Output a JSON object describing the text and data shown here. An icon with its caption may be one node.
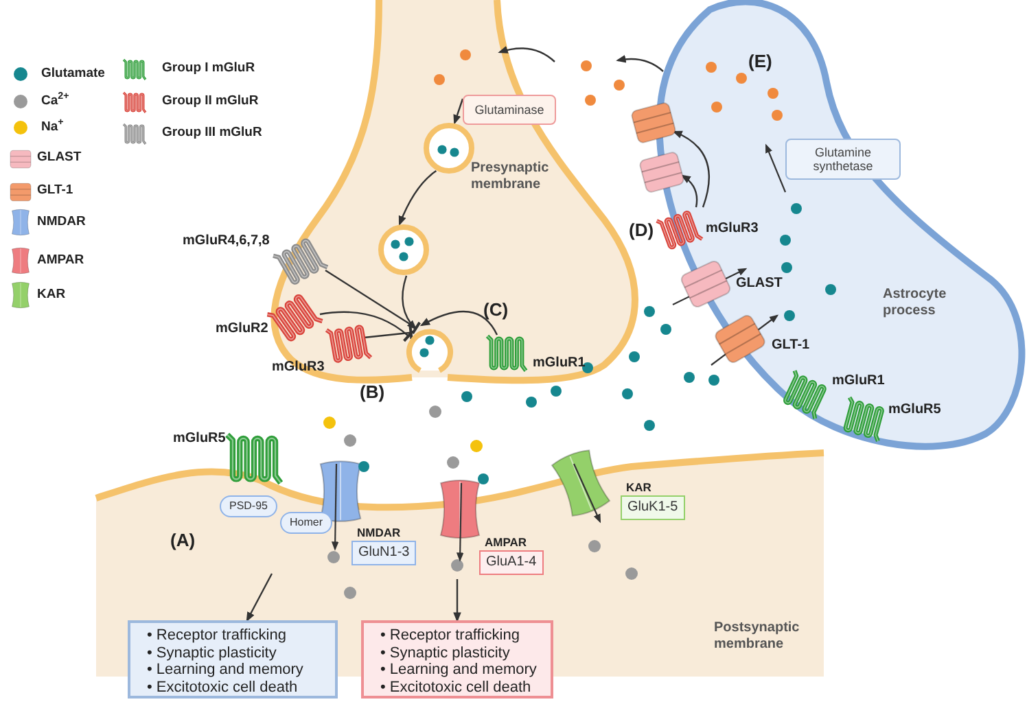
{
  "diagram": {
    "nodes": [
      {
        "text": [
          "Presynaptic membrane"
        ]
      },
      {
        "text": [
          "Glutaminase"
        ],
        "in": 0
      },
      {
        "text": [],
        "shape": "circle",
        "in": 0
      },
      {
        "text": [],
        "shape": "circle",
        "in": 0
      },
      {
        "text": [],
        "shape": "circle",
        "in": 0
      },
      {
        "text": [
          "mGluR4,6,7,8"
        ]
      },
      {
        "text": [
          "mGluR2"
        ]
      },
      {
        "text": [
          "mGluR3"
        ],
        "in": 0
      },
      {
        "text": [
          "mGluR1"
        ],
        "in": 0
      },
      {
        "text": [
          "Astrocyte process"
        ]
      },
      {
        "text": [
          "Glutamine synthetase"
        ],
        "in": 9
      },
      {
        "text": [],
        "shape": "box"
      },
      {
        "text": [],
        "shape": "box"
      },
      {
        "text": [
          "mGluR3"
        ],
        "in": 9
      },
      {
        "text": [
          "GLAST"
        ],
        "in": 9
      },
      {
        "text": [
          "GLT-1"
        ],
        "in": 9
      },
      {
        "text": [
          "mGluR1"
        ],
        "in": 9
      },
      {
        "text": [
          "mGluR5"
        ],
        "in": 9
      },
      {
        "text": [
          "Postsynaptic membrane"
        ]
      },
      {
        "text": [
          "mGluR5"
        ]
      },
      {
        "text": [
          "PSD-95"
        ],
        "in": 18
      },
      {
        "text": [
          "Homer"
        ],
        "in": 18
      },
      {
        "text": [
          "NMDAR",
          "GluN1-3"
        ],
        "in": 18
      },
      {
        "text": [
          "AMPAR",
          "GluA1-4"
        ],
        "in": 18
      },
      {
        "text": [
          "KAR",
          "GluK1-5"
        ],
        "in": 18
      },
      {
        "text": [
          "• Receptor trafficking",
          "• Synaptic plasticity",
          "• Learning and memory",
          "• Excitotoxic cell death"
        ]
      },
      {
        "text": [
          "• Receptor trafficking",
          "• Synaptic plasticity",
          "• Learning and memory",
          "• Excitotoxic cell death"
        ]
      }
    ],
    "edges": [
      {
        "from": 1,
        "to": 2,
        "arrow": "to"
      },
      {
        "from": 2,
        "to": 3,
        "arrow": "to"
      },
      {
        "from": 3,
        "to": 4,
        "arrow": "to"
      },
      {
        "from": 5,
        "to": 4,
        "arrow": "other"
      },
      {
        "from": 6,
        "to": 4,
        "arrow": "other"
      },
      {
        "from": 7,
        "to": 4,
        "arrow": "other"
      },
      {
        "from": 8,
        "to": 4,
        "arrow": "to"
      },
      {
        "from": null,
        "to": 0,
        "arrow": "to"
      },
      {
        "from": 9,
        "to": null,
        "arrow": "to"
      },
      {
        "from": 13,
        "to": 11,
        "arrow": "to"
      },
      {
        "from": 13,
        "to": 12,
        "arrow": "to"
      },
      {
        "from": null,
        "to": 25,
        "arrow": "to"
      },
      {
        "from": null,
        "to": 26,
        "arrow": "to"
      }
    ],
    "labels": [
      "(E)",
      "(D)",
      "(C)",
      "(B)",
      "(A)"
    ],
    "legend": [
      {
        "text": "Glutamate",
        "color": "#16878f"
      },
      {
        "text": "Ca$^{2+}$",
        "color": "#9a9a9a"
      },
      {
        "text": "Na$^{+}$",
        "color": "#f4c20d"
      },
      {
        "text": "GLAST",
        "color": "#f6b9bf"
      },
      {
        "text": "GLT-1",
        "color": "#f39a6b"
      },
      {
        "text": "NMDAR",
        "color": "#8fb3e8"
      },
      {
        "text": "AMPAR",
        "color": "#ee7c80"
      },
      {
        "text": "KAR",
        "color": "#94d06a"
      },
      {
        "text": "Group I mGluR",
        "color": "#2f9e3a"
      },
      {
        "text": "Group II mGluR",
        "color": "#d9443b"
      },
      {
        "text": "Group III mGluR",
        "color": "#8c8c8c"
      }
    ]
  }
}
